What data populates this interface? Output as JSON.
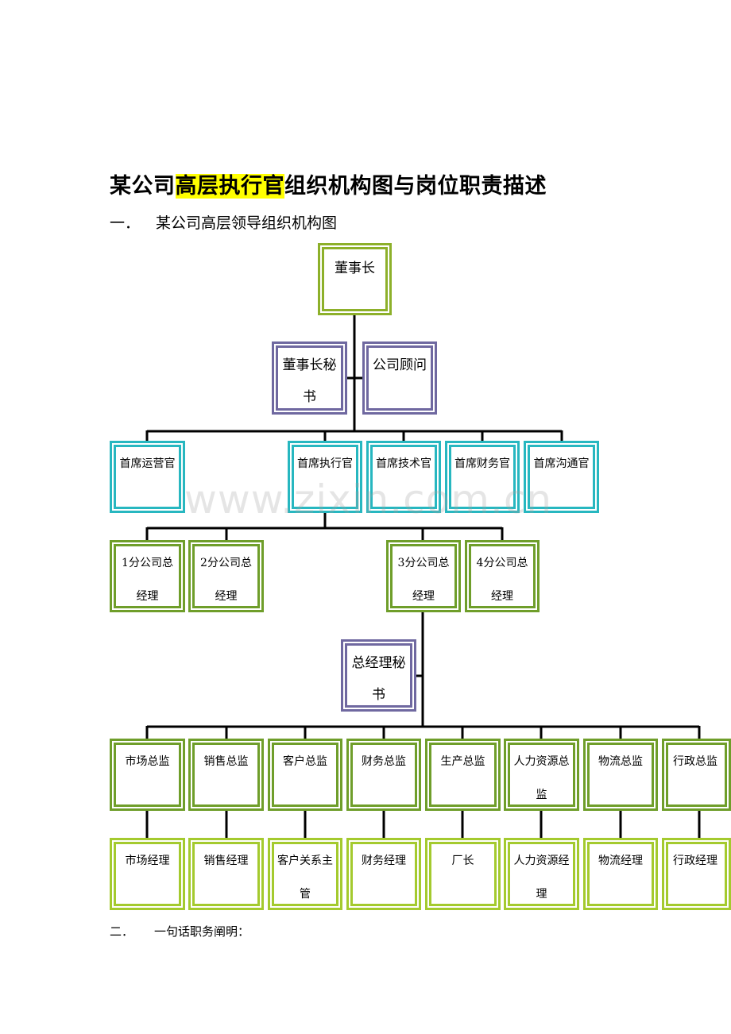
{
  "document": {
    "title_parts": [
      "某公司",
      "高层执行官",
      "组织机构图与岗位职责描述"
    ],
    "section1": {
      "num": "一．",
      "text": "某公司高层领导组织机构图"
    },
    "section2": {
      "num": "二．",
      "text": "一句话职务阐明："
    }
  },
  "watermark": "www.zixin.com.cn",
  "org_chart": {
    "chairman": "董事长",
    "chairman_secretary": "董事长秘书",
    "company_advisor": "公司顾问",
    "chiefs": [
      "首席运营官",
      "首席执行官",
      "首席技术官",
      "首席财务官",
      "首席沟通官"
    ],
    "branch_managers": [
      "1分公司总经理",
      "2分公司总经理",
      "3分公司总经理",
      "4分公司总经理"
    ],
    "gm_secretary": "总经理秘书",
    "directors": [
      "市场总监",
      "销售总监",
      "客户总监",
      "财务总监",
      "生产总监",
      "人力资源总监",
      "物流总监",
      "行政总监"
    ],
    "managers": [
      "市场经理",
      "销售经理",
      "客户关系主管",
      "财务经理",
      "厂长",
      "人力资源经理",
      "物流经理",
      "行政经理"
    ]
  },
  "colors": {
    "chairman_border": "#8db02a",
    "secretary_border": "#6f68a0",
    "chief_border": "#27b7c0",
    "branch_border": "#6f9e2a",
    "director_border": "#6f9e2a",
    "manager_border": "#a4ca2e",
    "highlight": "#ffff00"
  }
}
